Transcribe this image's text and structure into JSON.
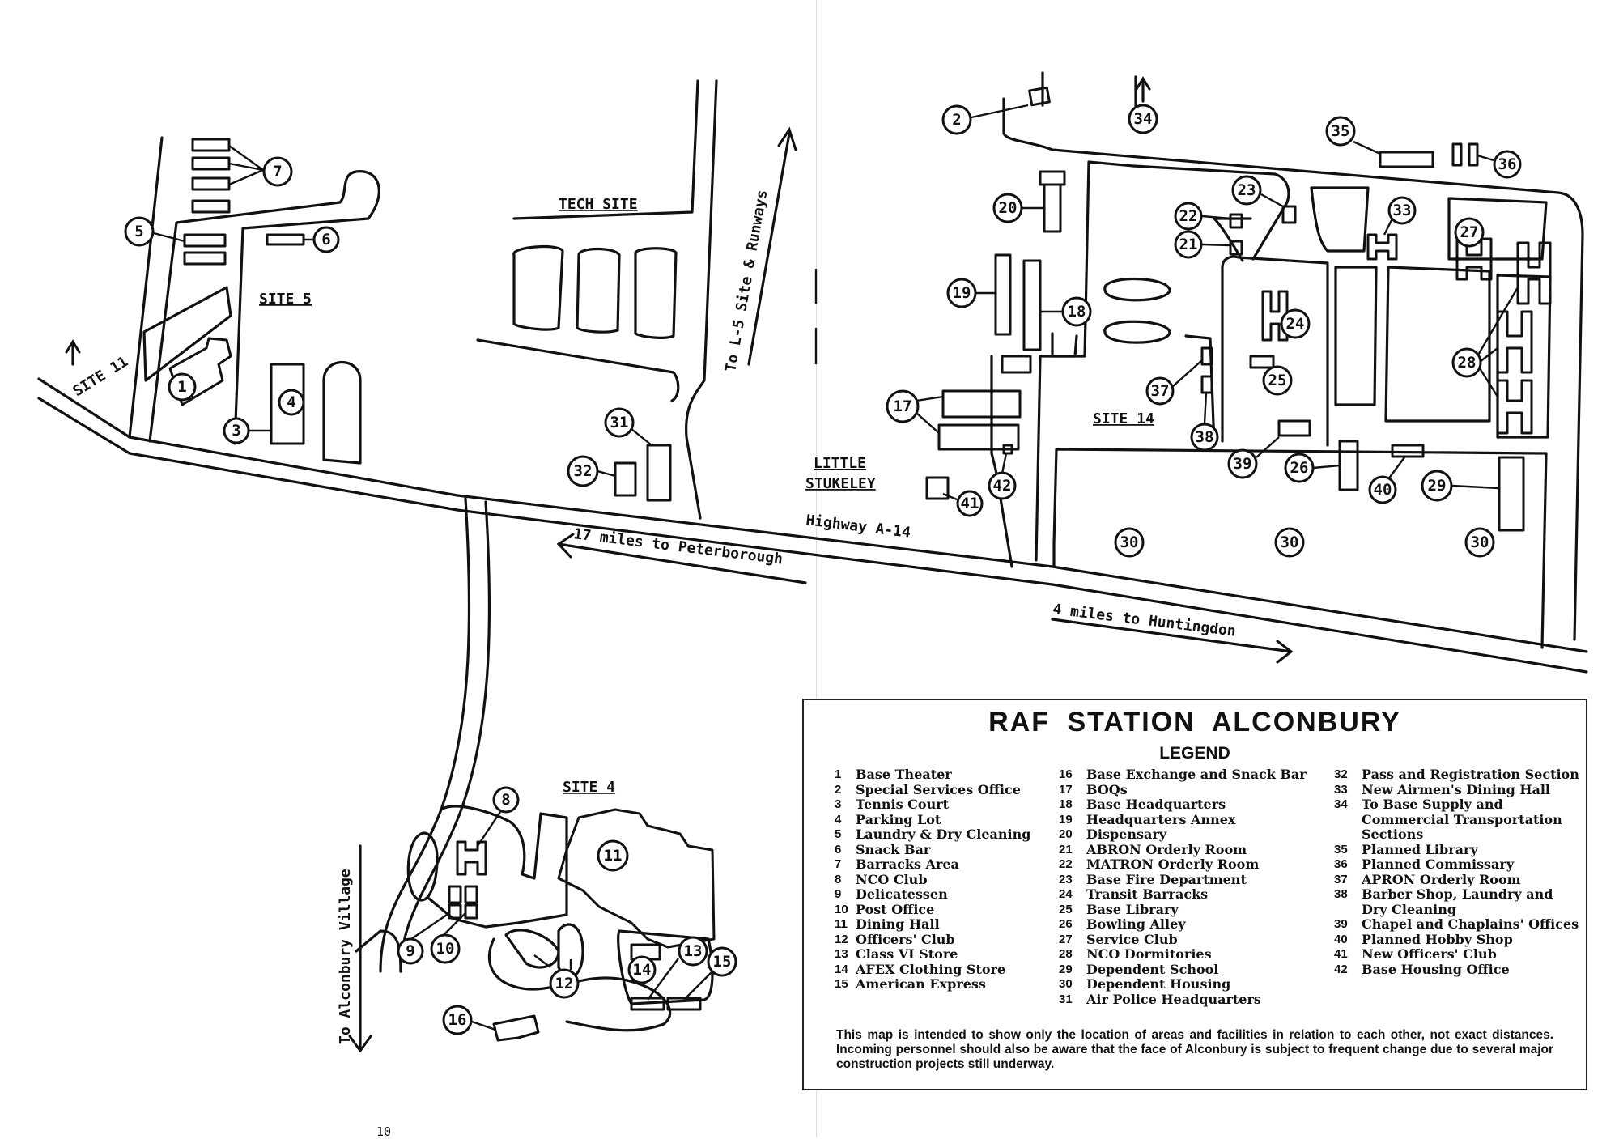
{
  "page_number": "10",
  "area_labels": {
    "site_11": "SITE 11",
    "site_5": "SITE 5",
    "tech_site": "TECH SITE",
    "site_14": "SITE 14",
    "site_4": "SITE 4",
    "little_stukeley_1": "LITTLE",
    "little_stukeley_2": "STUKELEY",
    "highway": "Highway A-14"
  },
  "direction_labels": {
    "to_l5": "To L-5 Site & Runways",
    "peterborough": "17 miles to Peterborough",
    "huntingdon": "4 miles to Huntingdon",
    "alconbury_village": "To Alconbury Village"
  },
  "legend": {
    "title": "RAF STATION ALCONBURY",
    "heading": "LEGEND",
    "column_1": [
      {
        "num": "1",
        "label": "Base Theater"
      },
      {
        "num": "2",
        "label": "Special Services Office"
      },
      {
        "num": "3",
        "label": "Tennis Court"
      },
      {
        "num": "4",
        "label": "Parking Lot"
      },
      {
        "num": "5",
        "label": "Laundry & Dry Cleaning"
      },
      {
        "num": "6",
        "label": "Snack Bar"
      },
      {
        "num": "7",
        "label": "Barracks Area"
      },
      {
        "num": "8",
        "label": "NCO Club"
      },
      {
        "num": "9",
        "label": "Delicatessen"
      },
      {
        "num": "10",
        "label": "Post Office"
      },
      {
        "num": "11",
        "label": "Dining Hall"
      },
      {
        "num": "12",
        "label": "Officers' Club"
      },
      {
        "num": "13",
        "label": "Class VI Store"
      },
      {
        "num": "14",
        "label": "AFEX Clothing Store"
      },
      {
        "num": "15",
        "label": "American Express"
      }
    ],
    "column_2": [
      {
        "num": "16",
        "label": "Base Exchange and Snack Bar"
      },
      {
        "num": "17",
        "label": "BOQs"
      },
      {
        "num": "18",
        "label": "Base Headquarters"
      },
      {
        "num": "19",
        "label": "Headquarters Annex"
      },
      {
        "num": "20",
        "label": "Dispensary"
      },
      {
        "num": "21",
        "label": "ABRON Orderly Room"
      },
      {
        "num": "22",
        "label": "MATRON Orderly Room"
      },
      {
        "num": "23",
        "label": "Base Fire Department"
      },
      {
        "num": "24",
        "label": "Transit Barracks"
      },
      {
        "num": "25",
        "label": "Base Library"
      },
      {
        "num": "26",
        "label": "Bowling Alley"
      },
      {
        "num": "27",
        "label": "Service Club"
      },
      {
        "num": "28",
        "label": "NCO Dormitories"
      },
      {
        "num": "29",
        "label": "Dependent School"
      },
      {
        "num": "30",
        "label": "Dependent Housing"
      },
      {
        "num": "31",
        "label": "Air Police Headquarters"
      }
    ],
    "column_3": [
      {
        "num": "32",
        "label": "Pass and Registration Section"
      },
      {
        "num": "33",
        "label": "New Airmen's Dining Hall"
      },
      {
        "num": "34",
        "label": "To Base Supply and Commercial Transportation Sections"
      },
      {
        "num": "35",
        "label": "Planned Library"
      },
      {
        "num": "36",
        "label": "Planned Commissary"
      },
      {
        "num": "37",
        "label": "APRON Orderly Room"
      },
      {
        "num": "38",
        "label": "Barber Shop, Laundry and Dry Cleaning"
      },
      {
        "num": "39",
        "label": "Chapel and Chaplains' Offices"
      },
      {
        "num": "40",
        "label": "Planned Hobby Shop"
      },
      {
        "num": "41",
        "label": "New Officers' Club"
      },
      {
        "num": "42",
        "label": "Base Housing Office"
      }
    ],
    "note": "This map is intended to show only the location of areas and facilities in relation to each other, not exact distances. Incoming personnel should also be aware that the face of Alconbury is subject to frequent change due to several major construction projects still underway."
  }
}
